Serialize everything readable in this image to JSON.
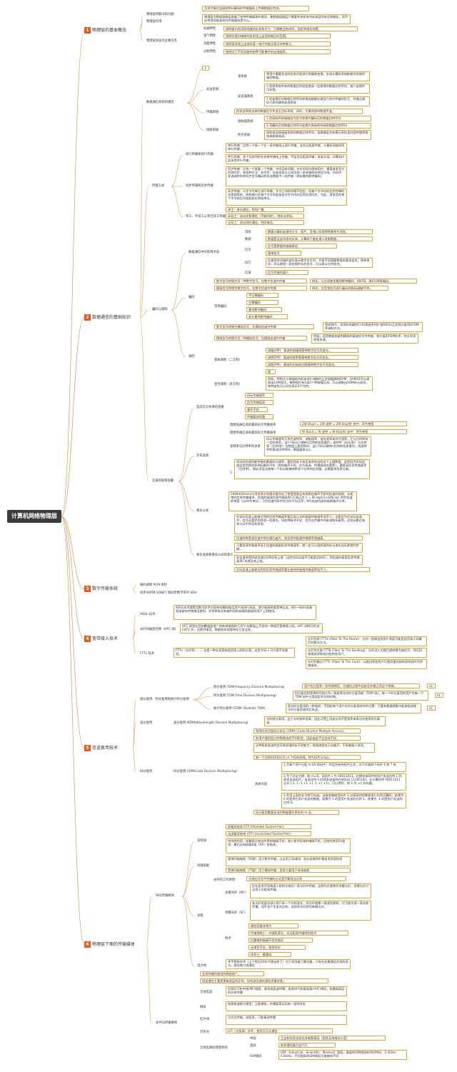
{
  "root": "计算机网络物理层",
  "sections": [
    {
      "num": "1",
      "title": "物理层的基本概念"
    },
    {
      "num": "2",
      "title": "数据通信的基础知识"
    },
    {
      "num": "3",
      "title": "数字传输系统"
    },
    {
      "num": "4",
      "title": "宽带接入技术"
    },
    {
      "num": "5",
      "title": "信道复用技术"
    },
    {
      "num": "6",
      "title": "物理层下面的传输媒体"
    }
  ],
  "s1": {
    "q": "物理层所解决的问题",
    "q_ans": "怎样才能在连接各种计算机的传输媒体上传输数据比特流。",
    "role": "物理层作用",
    "role_ans": "物理层为数据链路层屏蔽了各种传输媒体的差异，使数据链路层只需要考虑如何完成本层的协议和服务，而不必考虑网络具体的传输媒体是什么。",
    "task": "物理层协议的主要任务",
    "items": [
      {
        "k": "机械特性",
        "v": "指明接口所用接线器的形状和尺寸、引脚数目和排列、固定和锁定装置。"
      },
      {
        "k": "电气特性",
        "v": "指明在接口电缆的各条线上出现的电压的范围。"
      },
      {
        "k": "功能特性",
        "v": "指明某条线上出现的某一电平的电压表示何种意义。"
      },
      {
        "k": "过程特性",
        "v": "指明对于不同功能的各种可能事件的出现顺序。"
      }
    ]
  },
  "s2": {
    "model": "数据通信系统的模型",
    "blank": "+",
    "sender": "发送系统",
    "source": "源系统",
    "source_ans": "将用户需要发送的信息内容进行采编和变换，形成计算机系统能够识别和传输的数据。",
    "trans_sys": "发送器系统",
    "trans_ans1": "1.把源系统传来的数据比特流变换成一定规律的数据比特序列，减少出错并可检错。",
    "trans_ans2": "2.把变换后的数据比特序列转换成能够在通信介质中传输的信号，并通过通信介质传输到其他系统",
    "trans_medium": "传输系统",
    "trans_medium_ans": "把发送系统送来的数据信号传送至目标系统，同时，尽量地保持数据不变。",
    "receiver": "接收系统",
    "recv_sys": "接收器系统",
    "recv_ans1": "1.把接收到的电磁信号信号转换为编码后的数据比特序列",
    "recv_ans2": "2.用编码后的数据比特序列变换为原始的待接收数据比特序列",
    "dest": "终点系统",
    "dest_ans": "接收来自接收器系统的数据比特序列，变换输出为有意义的信息内容并使得接收者能够阅读。",
    "mode": "传输方式",
    "serial": "串行传输和并行传输",
    "serial_ans": "串行传输：比特一个接一个在一条传输线上进行传输。适合远距离传输，计算机网络采用串行传输。",
    "parallel_ans": "并行传输：多个比特同时在多根传输线上传输，不适合远距离传输，成本太高。计算机内部采用并行传输。",
    "sync": "同步传输和异步传输",
    "sync_ans": "同步传输：比特一个接着一个传输，中间没有间隔，在长时间内保持同步。需要收发双方时钟同步，有两种方法：外同步：在收发双方之间添加一条单独的时钟信号线。内同步：发送端将时钟同步信号编码到发送数据中一起传输（例如曼彻斯特编码）",
    "async_ans": "异步传输：以字节为单位进行传输，字节之间的间隔不固定，但每个字节内的比特传输时长是相等的。接收端只在每个字节的起始处对字节内的比特实现同步。为此，常采用在每个字节前后添加起始位和结束位。",
    "duplex": "单工、半双工以及全双工传输",
    "simplex": "单工：单向通信，例如广播。",
    "half": "半双工：双向交替通信（不能同时），例如对讲机。",
    "full": "全双工：双向同时通信，例如电话。",
    "terms": "数据通信中的常用术语",
    "t_msg": "消息",
    "t_msg_v": "需要计算机处理的文字、图片、音频以及视频等都称为消息。",
    "t_data": "数据",
    "t_data_v": "数据是运送消息的实体。计算机只能处理二进制数据。",
    "t_signal": "信号",
    "t_signal_v": "信号是数据的电磁表现",
    "t_baseband": "基带信号",
    "t_symbol": "码元",
    "t_symbol_v": "在使用时间域的波形表示数字信号时，代表不同离散数值的基本波形。简单来说，码元就是一段有限时长的信号，可以表示比特组合。",
    "t_channel": "信道",
    "t_channel_v": "信号传输的媒介",
    "coding": "编码与调制",
    "enc": "编码",
    "enc_ans1": "数字信号转换为另一种数字信号，在数字信道中传输",
    "enc_ex1": "例如，以太网使用曼彻斯特编码、4B/5B、8B/10B等编码。",
    "enc_ans2": "模拟信号转换为数字信号，在数字信道中传输",
    "enc_ex2": "例如，对音频信号进行编码的脉码调制PCM。",
    "common_enc": "常用编码",
    "ce": [
      "不归零编码",
      "归零编码",
      "曼彻斯特编码",
      "差分曼彻斯特编码"
    ],
    "mod": "调制",
    "mod_ans1": "数字信号转换为模拟信号，在模拟信道中传输",
    "mod_ex1": "例如WiFi，采用补码键控CCK/直接序列扩频DSSS/正交频分复用OFDM等调制方式。",
    "mod_ans2": "模拟信号转换为另一种模拟信号，在模拟信道中传输",
    "mod_ex2": "例如，语音数据加载到模拟的载波信号中传输，频分复用FDM技术，充分利用带宽资源。",
    "basic_mod": "基本调制（二元制）",
    "am": "调幅(AM)：载波的振幅随基带数字信号而变化。",
    "fm": "调频(FM)：载波的频率随基带数字信号而变化。",
    "pm": "调相(PM)：载波的初始相位随基带数字信号而变化。",
    "mixed_mod": "混合调制（多元制）",
    "qam_pic": "图片",
    "qam": "例如，将相位与振幅结合起来进行调制的正交振幅调制QAM，QAM16可以调制出12种相位，每种相位有1或2个种振幅可选，可以调制出16种码元波形，每种波形可以对应表示4个比特。",
    "limits": "信道的极限容量",
    "factors": "造成信号失真的因素",
    "f_list": [
      "码元传输速率",
      "信号传输距离",
      "噪声干扰",
      "传输媒体质量"
    ],
    "nyq": "奈氏准则",
    "ideal_lp": "理想低通信道的最高码元传输速率",
    "ideal_lp_v": "2W Baud = 2W 波特 = 2W 码元/秒  其中：W为带宽",
    "ideal_bp": "理想带通信道的最高码元传输速率",
    "ideal_bp_v": "W Baud = W 波特 = W 码元/秒  其中：W为带宽",
    "baud_rel": "波特率与比特率的关系",
    "baud_rel_v": "码元传输速率又称为波特率、调制速率、波形速率或符号速率，它与比特率有一定的关系。当1个码元只携带1比特的信息量时，波特率（码元/秒）与比特率（比特/秒）在数值上是相等的；当1个码元携带n比特的信息量时，则波特率转换成比特率时，数值要乘以n。",
    "nyq_note": "实际的信道所能传输的最高码元速率，要明显低于奈氏准则给出的这个上限数值，这是因为实际信道会受到其他多种因素的干扰（例如噪声干扰、信号衰减、传输媒体质量等）。要提高信息传输速率（比特率），就必须设法使每一个码元能携带更多个比特的信息量，这需要采用多元制。",
    "shannon": "香农公式",
    "shannon_v": "1984年Shannon用信息论的理论推导出了带宽受限且有高斯白噪声干扰的信道的极限、无差错的信息传输速率，信道的极限信息传输速率C可表达为 C = W log2(1+S/N) b/s  W为信道的带宽（以Hz为单位）；S为信道内所传信号的平均功率；N为信道内部的高斯噪声功率。",
    "shannon_note": "在实际信道上能够达到的信息传输速率要比该公式的极限传输速率低不少。这是因为在实际信道中，信号还要受到其他一些损伤，如各种脉冲干扰、信号在传输中的衰减和失真等。这些因素在香农公式中并没有考虑。",
    "meaning": "香农准则和香农公式的意义",
    "meaning1": "信道的带宽或信道中的信噪比越大，则信息的极限传输速率就越高。",
    "meaning2": "只要信息传输速率低于信道的极限信息传输速率，就一定可以找到某种办法来实现无差错的传输。",
    "meaning3": "若信道带宽W或信噪比S/N没有上限（当然实际信道不可能是这样的），则信道的极限信息传输速率C也就没有上限。",
    "meaning4": "实际信道上能够达到的信息传输速率要比香农的极限传输速率低不少。",
    "v_letter": "3"
  },
  "s3": {
    "pcm": "脉码调制 PCM 体制",
    "sonet": "同步光纤网 SONET 和同步数字系列 SDH"
  },
  "s4": {
    "adsl": "ADSL 技术",
    "adsl_v": "ADSL技术就是用数字技术对现有的模拟电话用户线进行改造，使它能够承载宽带业务。把0~4kHz低端频谱留给传统电话使用，而把原来没有被利用的高端频谱留给用户上网使用。",
    "hfc": "光纤同轴混合网（HFC 网）",
    "hfc_v": "HFC 网是在目前覆盖面很广的有线电视网 CATV 的基础上开发的一种居民宽带接入网。HFC 网除可传送 CATV 外，还提供电话、数据和其他宽带交互型业务。",
    "fttx": "FTTx 技术",
    "fttx_v": "FTTx（光纤到……）也是一种实现宽带居民接入网的方案。这里字母 x 可代表不同意思。",
    "ftth": "光纤到家 FTTH (Fiber To The Home)：光纤一直铺设到用户家庭可能是居民接入网最后的解决方法。",
    "fttb": "光纤到大楼 FTTB (Fiber To The Building)：光纤进入大楼后就转换为电信号，然后用电缆或双绞线分配到各用户。",
    "fttc": "光纤到路边 FTTC (Fiber To The Curb)：从路边到各用户可使用星形结构双绞线作为传输媒体。"
  },
  "s5": {
    "fdm_group": "频分复用、时分复用和统计时分复用",
    "fdm": "频分复用 FDM(Frequency Division Multiplexing)",
    "fdm_v": "用户在分配到一定的频带后，在通信过程中自始至终都占用这个频带。",
    "tdm": "时分复用 TDM(Time Division Multiplexing)",
    "tdm_v": "时分复用则是将时间划分为一段段等长的时分复用帧（TDM 帧）。每一个时分复用的用户在每一个 TDM 帧中占用固定序号的时隙。",
    "stdm": "统计时分复用 STDM (Statistic TDM)",
    "stdm_v": "是对时分复用的一种改进，不固定每个用户在时分复用帧中的位置，只要有数据就集中起来组成统计时分复用帧然后发送。",
    "pic": "图片",
    "wdm_group": "波分复用",
    "wdm": "波分复用 WDM(Wavelength Division Multiplexing)",
    "wdm_v": "光的频分复用。由于光的频率很高，因此习惯上用波长而不是频率来表示所使用的光载波。",
    "cdm_group": "码分复用",
    "cdm": "码分复用 CDM(Code Division Multiplexing)",
    "cdm1": "常用的名词是码分多址 CDMA (Code Division Multiple Access)。",
    "cdm2": "各用户使用经过特殊挑选的不同码型，因此彼此不会造成干扰。",
    "cdm3": "这种系统发送的信号有很强的抗干扰能力，其频谱类似于白噪声，不易被敌人发现。",
    "cdm4": "每一个比特时间划分为 m 个短的间隔，称为码片(chip)。",
    "cdm_ex": "具体内容",
    "cdm_ex1": "1.为每个用户分配 m bit 的码片，并且所有的码片正交，对于任意两个码片 S 和 T 有",
    "cdm_ex2": "2.为了讨论方便，取 m=8，设码片 s 为 00011011。在拥有该码片的用户发送比特 1 时就发送该码片，发送比特 0 时就发送该码片的反码 11100100。在计算时将 00011011 记作 (-1 -1 -1 +1 +1 -1 +1 +1)，可以得到，即 S 为 ±1 的向量。",
    "cdm_ex3": "3.利用上面的式子就可知道。当接收端使用码片 S 对接收到的数据进行内积运算时，结果为 0 的是其它用户发送的数据，结果为 1 的是用户发送的比特 1，结果为 -1 的是用户发送的比特 0。",
    "cdm5": "码分复用需要发送的数据量为原先的 m 倍。",
    "letter": "eL"
  },
  "s6": {
    "guided": "导向传输媒体",
    "tp": "双绞线",
    "stp": "屏蔽双绞线 STP (Shielded Twisted Pair)",
    "utp": "无屏蔽双绞线 UTP (Unshielded Twisted Pair)",
    "tp_v": "绞合的作用：抵御部分来自外界的电磁干扰；减少相邻导线的电磁干扰。目前的常用5e类线，最后还有屏蔽6类（6A）双绞线。",
    "coax": "同轴电缆",
    "coax50": "基带同轴电缆（50欧）用于数字传输，过去用于局域网，现在局域网中基本采用双绞线",
    "coax75": "宽带同轴电缆（75欧）用于模拟传输，目前主要用于有线电视",
    "fiber": "光缆",
    "fiber_work": "光纤的工作原理",
    "fiber_work_v": "光线在纤芯中传输的方式是不断地全反射",
    "mmf": "多模光纤（MF）",
    "mmf_v": "存在多条不同角度入射的光线在一条光纤中传输，这种光纤就称为多模光纤。多模光纤只适合于近距离传输。",
    "smf": "单模光纤（SF）",
    "smf_v": "若光纤的直径减小到只有一个光的波长，则光纤就像一根波导那样，它可使光线一直向前传播，而不会产生多次反射。这样的光纤称为单模光纤。",
    "feat": "特点",
    "feats": [
      "通信容量非常大",
      "传输损耗小，中继距离长，对远距离传输特别经济",
      "抗雷电和电磁干扰性能好",
      "无串音干扰，保密性好",
      "体积小，重量轻"
    ],
    "power": "电力线",
    "power_v": "并不是新技术（上个世纪20年代就出现了）对于家用者只需设备，只有在无需通信实现的地方，使用电力线通信",
    "unguided": "非导向传输媒体",
    "ung1": "无线传输所使用的频段很广。",
    "ung2": "短波通信主要是靠电离层的反射，但短波信道的通信质量较差。",
    "wireless": "无线电波",
    "wireless_v": "低频(LF)和中频(MF)频段，使用地面波传播；高频(HF)和甚高频(VHF)频段，依靠电离层的反射传播",
    "micro": "微波",
    "micro_v": "地面微波接力通信，卫星通信，传播距离远但有一定的时延",
    "ir": "红外线",
    "ir_v": "点对点传输，短距离，只能直线传播",
    "laser": "可见光",
    "laser_v": "LiFi（光保真）技术，使用可见光通信",
    "ism": "无线电频段管理机构",
    "ism_cn": "中国",
    "ism_cn_v": "工业和信息化部无线电管理局（国家无线电办公室）",
    "ism_us": "美国",
    "ism_us_v": "联邦通信委员会FCC",
    "ism_band": "ISM频段",
    "ism_band_v": "ISM（Industrial、Scientific、Medical）频段，美国的ISM频段有902MHz、2.4GHz、5.8GHz，不同国家的ISM频段可能略有不同"
  }
}
